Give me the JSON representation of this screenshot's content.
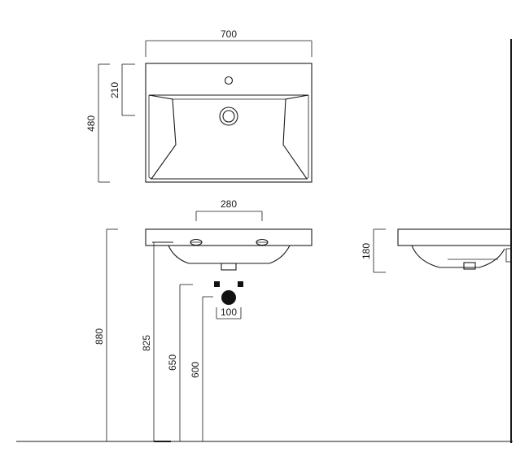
{
  "dimensions": {
    "top_width": "700",
    "top_depth": "480",
    "top_tap_depth": "210",
    "front_tap_spacing": "280",
    "height_floor_to_top": "880",
    "height_floor_to_underside": "825",
    "height_waste_outlet": "650",
    "height_wall_fixing": "600",
    "waste_spacing": "100",
    "side_height": "180"
  }
}
